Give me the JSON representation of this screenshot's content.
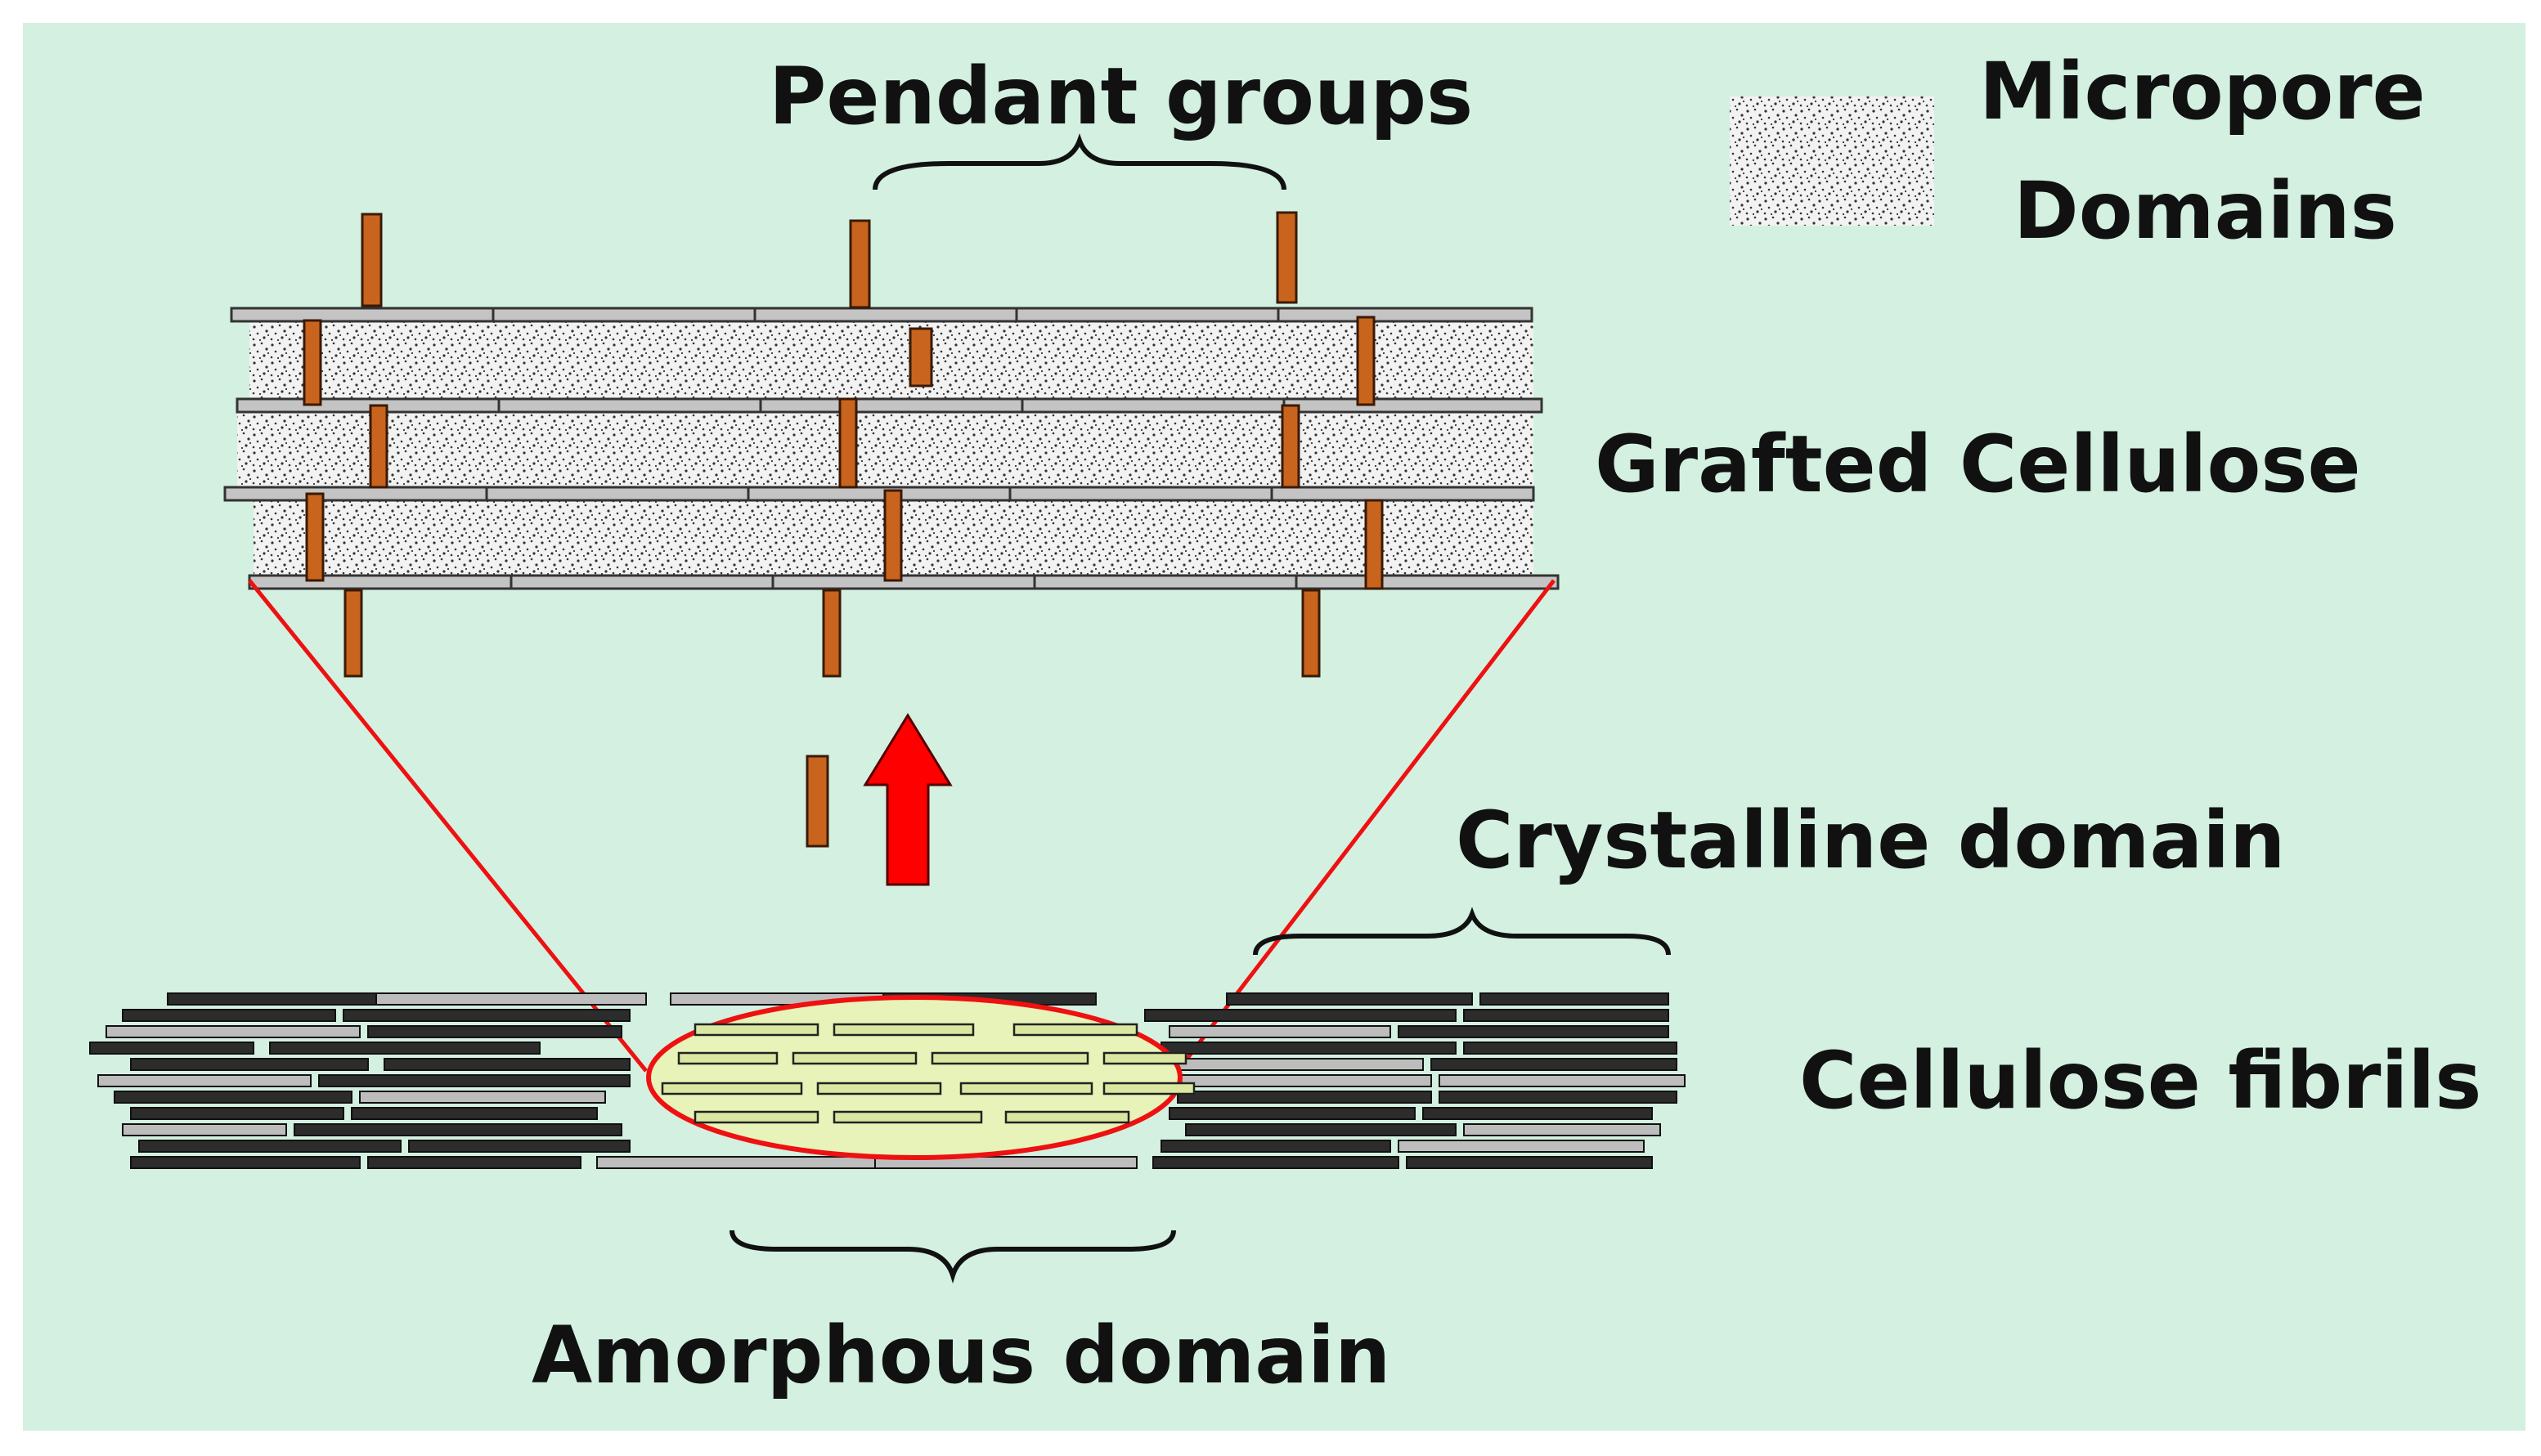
{
  "labels": {
    "pendant_groups": "Pendant groups",
    "micropore_line1": "Micropore",
    "micropore_line2": "Domains",
    "grafted_cellulose": "Grafted Cellulose",
    "crystalline_domain": "Crystalline domain",
    "cellulose_fibrils": "Cellulose fibrils",
    "amorphous_domain": "Amorphous domain"
  },
  "colors": {
    "background": "#d3f0e1",
    "pendant": "#c8641e",
    "arrow": "#ff0000",
    "zoom_lines": "#ee1111",
    "amorphous_fill": "#e7f3b8",
    "micropore_fill": "#f2f2f2",
    "rod_fill": "#b0b0b0"
  },
  "icons": {
    "arrow": "up-arrow-icon",
    "micropore_swatch": "stipple-swatch-icon"
  }
}
